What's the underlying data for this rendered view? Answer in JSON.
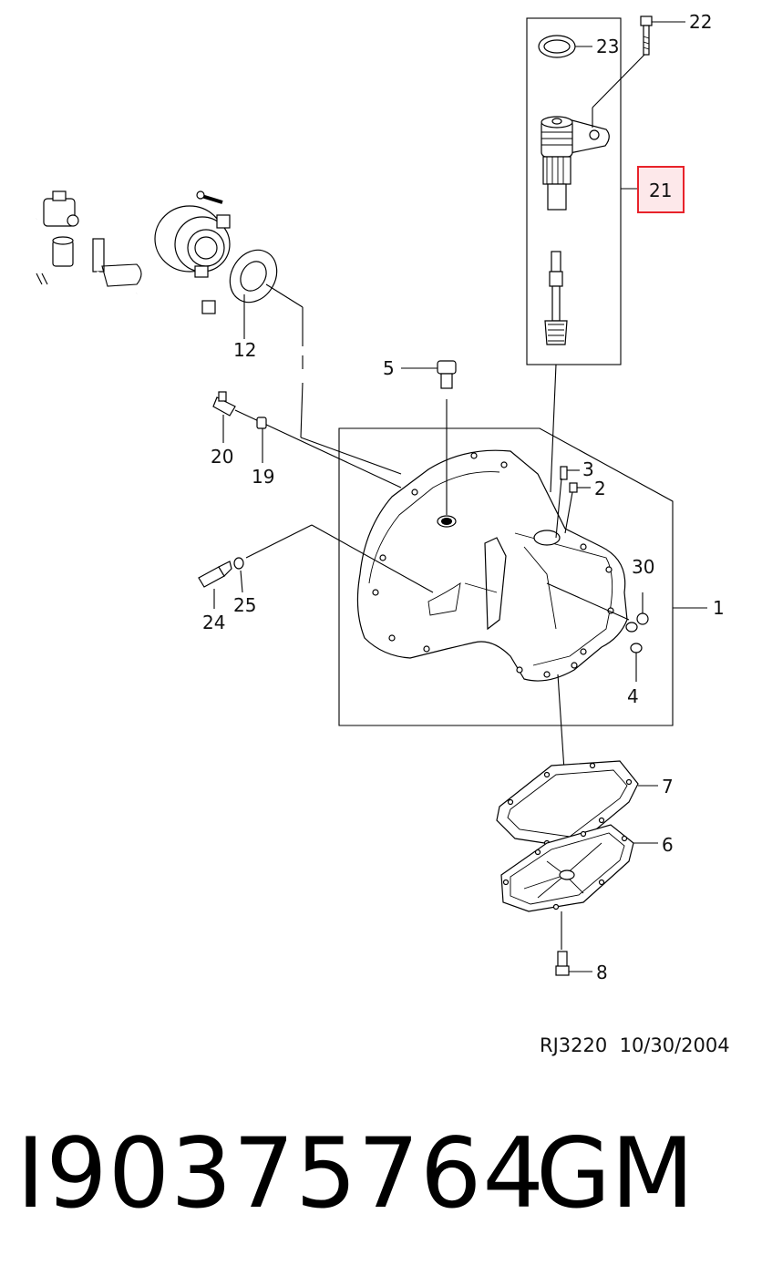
{
  "diagram": {
    "callouts": [
      {
        "id": "1",
        "text": "1"
      },
      {
        "id": "2",
        "text": "2"
      },
      {
        "id": "3",
        "text": "3"
      },
      {
        "id": "4",
        "text": "4"
      },
      {
        "id": "5",
        "text": "5"
      },
      {
        "id": "6",
        "text": "6"
      },
      {
        "id": "7",
        "text": "7"
      },
      {
        "id": "8",
        "text": "8"
      },
      {
        "id": "12",
        "text": "12"
      },
      {
        "id": "19",
        "text": "19"
      },
      {
        "id": "20",
        "text": "20"
      },
      {
        "id": "21",
        "text": "21"
      },
      {
        "id": "22",
        "text": "22"
      },
      {
        "id": "23",
        "text": "23"
      },
      {
        "id": "24",
        "text": "24"
      },
      {
        "id": "25",
        "text": "25"
      },
      {
        "id": "30",
        "text": "30"
      }
    ],
    "highlighted_callout": "21",
    "highlight_color": "#e8222a",
    "highlight_fill": "#fde8ea"
  },
  "footer": {
    "reference": "RJ3220  10/30/2004",
    "part_number": "I90375764",
    "brand": "GM"
  }
}
